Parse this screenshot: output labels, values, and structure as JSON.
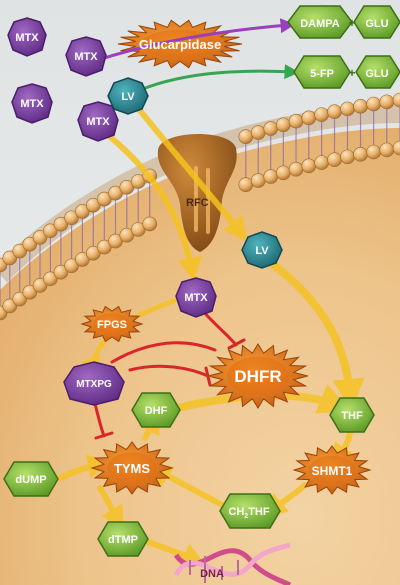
{
  "nodes": {
    "mtx_top_left": "MTX",
    "mtx_top": "MTX",
    "mtx_left": "MTX",
    "mtx_near_lv": "MTX",
    "mtx_inside": "MTX",
    "lv_outside": "LV",
    "lv_inside": "LV",
    "glucarpidase": "Glucarpidase",
    "dampa": "DAMPA",
    "glu_1": "GLU",
    "fp": "5-FP",
    "glu_2": "GLU",
    "plus_1": "+",
    "plus_2": "+",
    "rfc": "RFC",
    "fpgs": "FPGS",
    "mtxpg": "MTXPG",
    "dhfr": "DHFR",
    "dhf": "DHF",
    "thf": "THF",
    "tyms": "TYMS",
    "shmt1": "SHMT1",
    "dump": "dUMP",
    "dtmp": "dTMP",
    "ch2thf_main": "CH",
    "ch2thf_sub": "2",
    "ch2thf_tail": "THF",
    "dna": "DNA"
  },
  "colors": {
    "drug_purple": "#7b3fa0",
    "metabolite_green": "#8cc63f",
    "leucovorin_teal": "#2d8f9a",
    "enzyme_orange": "#e8801a",
    "inhibition_red": "#d9262a",
    "membrane_tan": "#e6b77a"
  }
}
